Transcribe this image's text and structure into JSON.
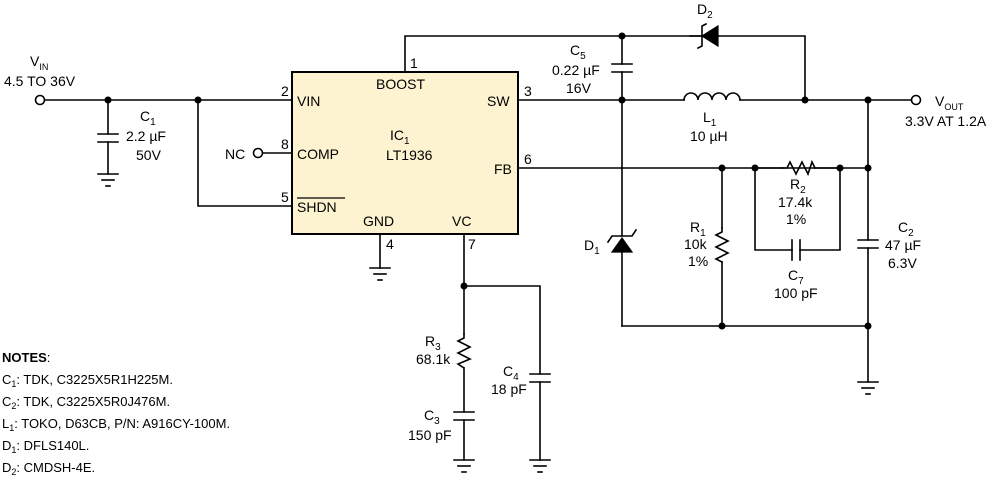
{
  "input": {
    "name": "V",
    "sub": "IN",
    "range": "4.5 TO 36V"
  },
  "output": {
    "name": "V",
    "sub": "OUT",
    "spec": "3.3V AT 1.2A"
  },
  "ic": {
    "ref": "IC",
    "ref_sub": "1",
    "part": "LT1936",
    "pins": {
      "boost": {
        "num": "1",
        "name": "BOOST"
      },
      "vin": {
        "num": "2",
        "name": "VIN"
      },
      "sw": {
        "num": "3",
        "name": "SW"
      },
      "gnd": {
        "num": "4",
        "name": "GND"
      },
      "shdn": {
        "num": "5",
        "name": "SHDN"
      },
      "fb": {
        "num": "6",
        "name": "FB"
      },
      "vc": {
        "num": "7",
        "name": "VC"
      },
      "comp": {
        "num": "8",
        "name": "COMP"
      }
    },
    "fill": "#fdf3d0"
  },
  "nc_label": "NC",
  "components": {
    "c1": {
      "ref": "C",
      "sub": "1",
      "v1": "2.2 µF",
      "v2": "50V"
    },
    "c2": {
      "ref": "C",
      "sub": "2",
      "v1": "47 µF",
      "v2": "6.3V"
    },
    "c3": {
      "ref": "C",
      "sub": "3",
      "v1": "150 pF"
    },
    "c4": {
      "ref": "C",
      "sub": "4",
      "v1": "18 pF"
    },
    "c5": {
      "ref": "C",
      "sub": "5",
      "v1": "0.22 µF",
      "v2": "16V"
    },
    "c7": {
      "ref": "C",
      "sub": "7",
      "v1": "100 pF"
    },
    "r1": {
      "ref": "R",
      "sub": "1",
      "v1": "10k",
      "v2": "1%"
    },
    "r2": {
      "ref": "R",
      "sub": "2",
      "v1": "17.4k",
      "v2": "1%"
    },
    "r3": {
      "ref": "R",
      "sub": "3",
      "v1": "68.1k"
    },
    "l1": {
      "ref": "L",
      "sub": "1",
      "v1": "10 µH"
    },
    "d1": {
      "ref": "D",
      "sub": "1"
    },
    "d2": {
      "ref": "D",
      "sub": "2"
    }
  },
  "notes": {
    "title": "NOTES",
    "items": [
      {
        "ref": "C",
        "sub": "1",
        "text": ": TDK, C3225X5R1H225M."
      },
      {
        "ref": "C",
        "sub": "2",
        "text": ": TDK, C3225X5R0J476M."
      },
      {
        "ref": "L",
        "sub": "1",
        "text": ": TOKO, D63CB, P/N: A916CY-100M."
      },
      {
        "ref": "D",
        "sub": "1",
        "text": ": DFLS140L."
      },
      {
        "ref": "D",
        "sub": "2",
        "text": ": CMDSH-4E."
      }
    ]
  }
}
